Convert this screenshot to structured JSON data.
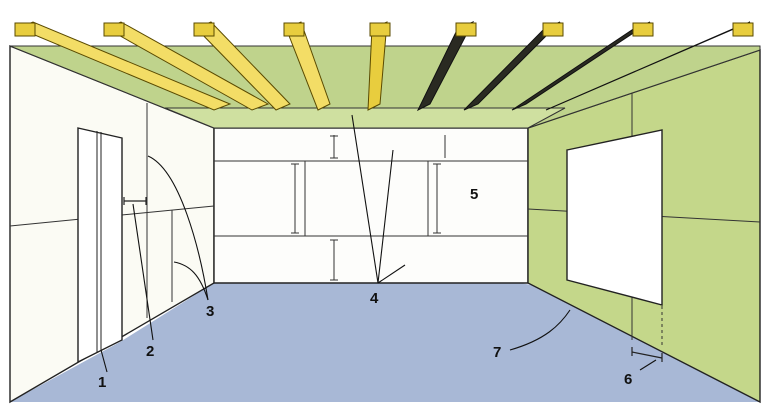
{
  "colors": {
    "ceiling_joist_top": "#e8cd3e",
    "ceiling_joist_side_light": "#f3dd66",
    "ceiling_joist_side_dark": "#2a2a22",
    "left_wall": "#fbfbf4",
    "back_wall": "#fdfdfb",
    "right_wall": "#c4d78a",
    "ceiling": "#bfd38c",
    "floor": "#a8b8d6",
    "lines": "#222222",
    "window": "#ffffff"
  },
  "callouts": [
    {
      "id": "door",
      "text": "1"
    },
    {
      "id": "gap",
      "text": "2"
    },
    {
      "id": "wall-joints",
      "text": "3"
    },
    {
      "id": "back-wall-joints",
      "text": "4"
    },
    {
      "id": "back-wall",
      "text": "5"
    },
    {
      "id": "floor-gap",
      "text": "6"
    },
    {
      "id": "floor-line",
      "text": "7"
    }
  ]
}
